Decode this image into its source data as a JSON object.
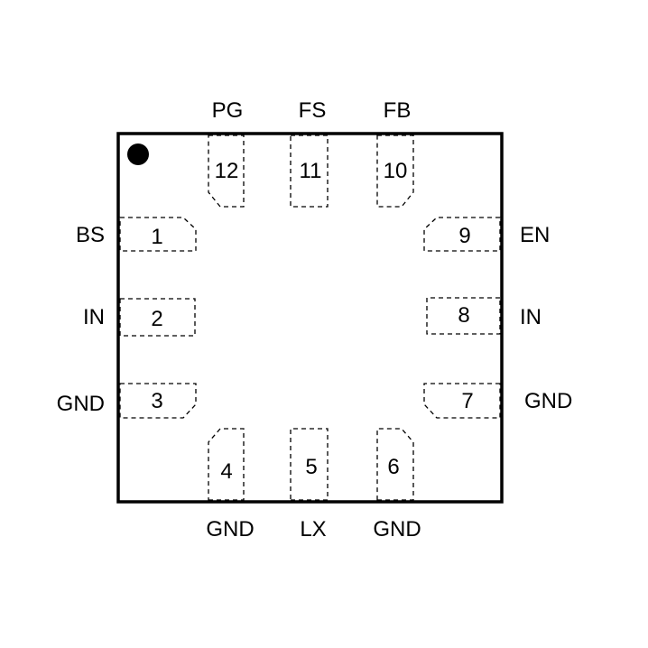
{
  "pins": {
    "p1": {
      "number": "1",
      "name": "BS"
    },
    "p2": {
      "number": "2",
      "name": "IN"
    },
    "p3": {
      "number": "3",
      "name": "GND"
    },
    "p4": {
      "number": "4",
      "name": "GND"
    },
    "p5": {
      "number": "5",
      "name": "LX"
    },
    "p6": {
      "number": "6",
      "name": "GND"
    },
    "p7": {
      "number": "7",
      "name": "GND"
    },
    "p8": {
      "number": "8",
      "name": "IN"
    },
    "p9": {
      "number": "9",
      "name": "EN"
    },
    "p10": {
      "number": "10",
      "name": "FB"
    },
    "p11": {
      "number": "11",
      "name": "FS"
    },
    "p12": {
      "number": "12",
      "name": "PG"
    }
  },
  "colors": {
    "outline": "#000000",
    "background": "#ffffff"
  }
}
